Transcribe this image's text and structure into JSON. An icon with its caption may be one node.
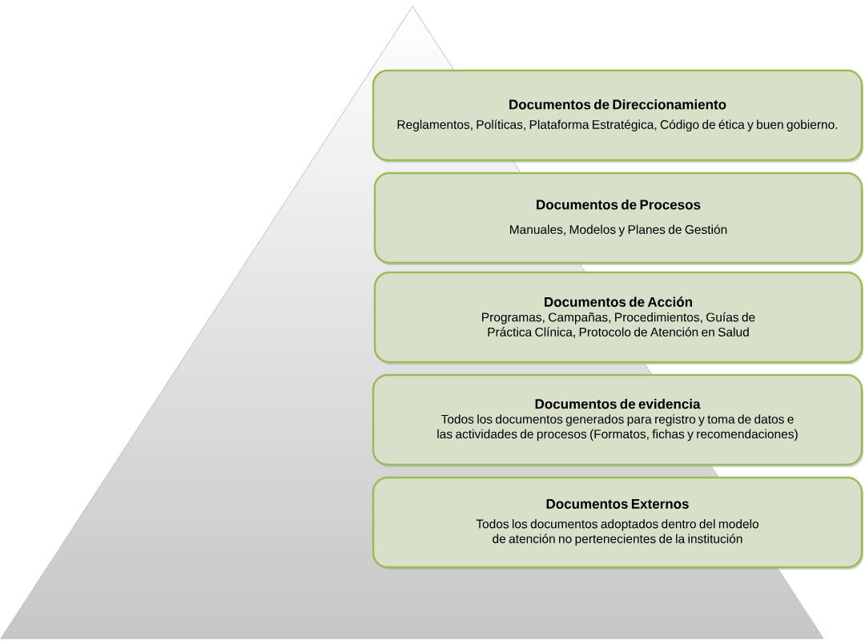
{
  "diagram": {
    "nodes": [
      {
        "text": [
          "Documentos de Direccionamiento",
          "Reglamentos, Políticas, Plataforma Estratégica, Código de ética y buen gobierno."
        ]
      },
      {
        "text": [
          "Documentos de Procesos",
          "Manuales, Modelos y Planes de Gestión"
        ]
      },
      {
        "text": [
          "Documentos de Acción",
          "Programas, Campañas, Procedimientos, Guías de Práctica Clínica, Protocolo de Atención en Salud"
        ]
      },
      {
        "text": [
          "Documentos de evidencia",
          "Todos los documentos generados para registro y toma de datos e las actividades de procesos (Formatos, fichas y recomendaciones)"
        ]
      },
      {
        "text": [
          "Documentos Externos",
          "Todos los documentos adoptados dentro del modelo de atención no pertenecientes de la institución"
        ]
      }
    ]
  }
}
